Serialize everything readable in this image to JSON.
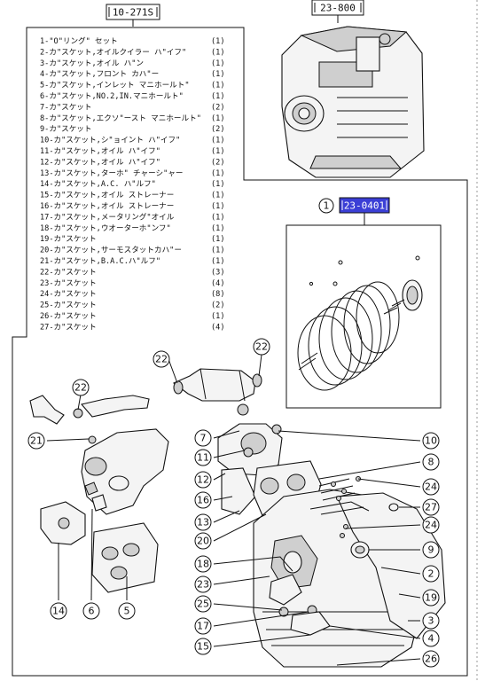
{
  "refs": {
    "kit_ref": "10-271S",
    "engine_ref": "23-800",
    "oring_ref": "23-0401",
    "oring_index": "1"
  },
  "colors": {
    "highlight": "#3b3fd6",
    "line": "#111111"
  },
  "parts_list": [
    {
      "no": "1",
      "text": "1-\"O\"リング\" セット",
      "qty": "(1)"
    },
    {
      "no": "2",
      "text": "2-カ\"スケット,オイルクイラー ハ\"イフ\"",
      "qty": "(1)"
    },
    {
      "no": "3",
      "text": "3-カ\"スケット,オイル ハ\"ン",
      "qty": "(1)"
    },
    {
      "no": "4",
      "text": "4-カ\"スケット,フロント カハ\"ー",
      "qty": "(1)"
    },
    {
      "no": "5",
      "text": "5-カ\"スケット,インレット マニホールト\"",
      "qty": "(1)"
    },
    {
      "no": "6",
      "text": "6-カ\"スケット,NO.2,IN.マニホールト\"",
      "qty": "(1)"
    },
    {
      "no": "7",
      "text": "7-カ\"スケット",
      "qty": "(2)"
    },
    {
      "no": "8",
      "text": "8-カ\"スケット,エクソ\"ースト マニホールト\"",
      "qty": "(1)"
    },
    {
      "no": "9",
      "text": "9-カ\"スケット",
      "qty": "(2)"
    },
    {
      "no": "10",
      "text": "10-カ\"スケット,シ\"ョイント ハ\"イフ\"",
      "qty": "(1)"
    },
    {
      "no": "11",
      "text": "11-カ\"スケット,オイル ハ\"イフ\"",
      "qty": "(1)"
    },
    {
      "no": "12",
      "text": "12-カ\"スケット,オイル ハ\"イフ\"",
      "qty": "(2)"
    },
    {
      "no": "13",
      "text": "13-カ\"スケット,ターホ\" チャーシ\"ャー",
      "qty": "(1)"
    },
    {
      "no": "14",
      "text": "14-カ\"スケット,A.C. ハ\"ルフ\"",
      "qty": "(1)"
    },
    {
      "no": "15",
      "text": "15-カ\"スケット,オイル ストレーナー",
      "qty": "(1)"
    },
    {
      "no": "16",
      "text": "16-カ\"スケット,オイル ストレーナー",
      "qty": "(1)"
    },
    {
      "no": "17",
      "text": "17-カ\"スケット,メータリング\"オイル",
      "qty": "(1)"
    },
    {
      "no": "18",
      "text": "18-カ\"スケット,ウオーターホ\"ンフ\"",
      "qty": "(1)"
    },
    {
      "no": "19",
      "text": "19-カ\"スケット",
      "qty": "(1)"
    },
    {
      "no": "20",
      "text": "20-カ\"スケット,サーモスタットカハ\"ー",
      "qty": "(1)"
    },
    {
      "no": "21",
      "text": "21-カ\"スケット,B.A.C.ハ\"ルフ\"",
      "qty": "(1)"
    },
    {
      "no": "22",
      "text": "22-カ\"スケット",
      "qty": "(3)"
    },
    {
      "no": "23",
      "text": "23-カ\"スケット",
      "qty": "(4)"
    },
    {
      "no": "24",
      "text": "24-カ\"スケット",
      "qty": "(8)"
    },
    {
      "no": "25",
      "text": "25-カ\"スケット",
      "qty": "(2)"
    },
    {
      "no": "26",
      "text": "26-カ\"スケット",
      "qty": "(1)"
    },
    {
      "no": "27",
      "text": "27-カ\"スケット",
      "qty": "(4)"
    }
  ],
  "callouts": [
    "22",
    "22",
    "22",
    "21",
    "7",
    "11",
    "12",
    "16",
    "13",
    "20",
    "18",
    "23",
    "25",
    "17",
    "15",
    "10",
    "8",
    "24",
    "27",
    "24",
    "9",
    "2",
    "19",
    "3",
    "4",
    "26",
    "14",
    "6",
    "5"
  ]
}
